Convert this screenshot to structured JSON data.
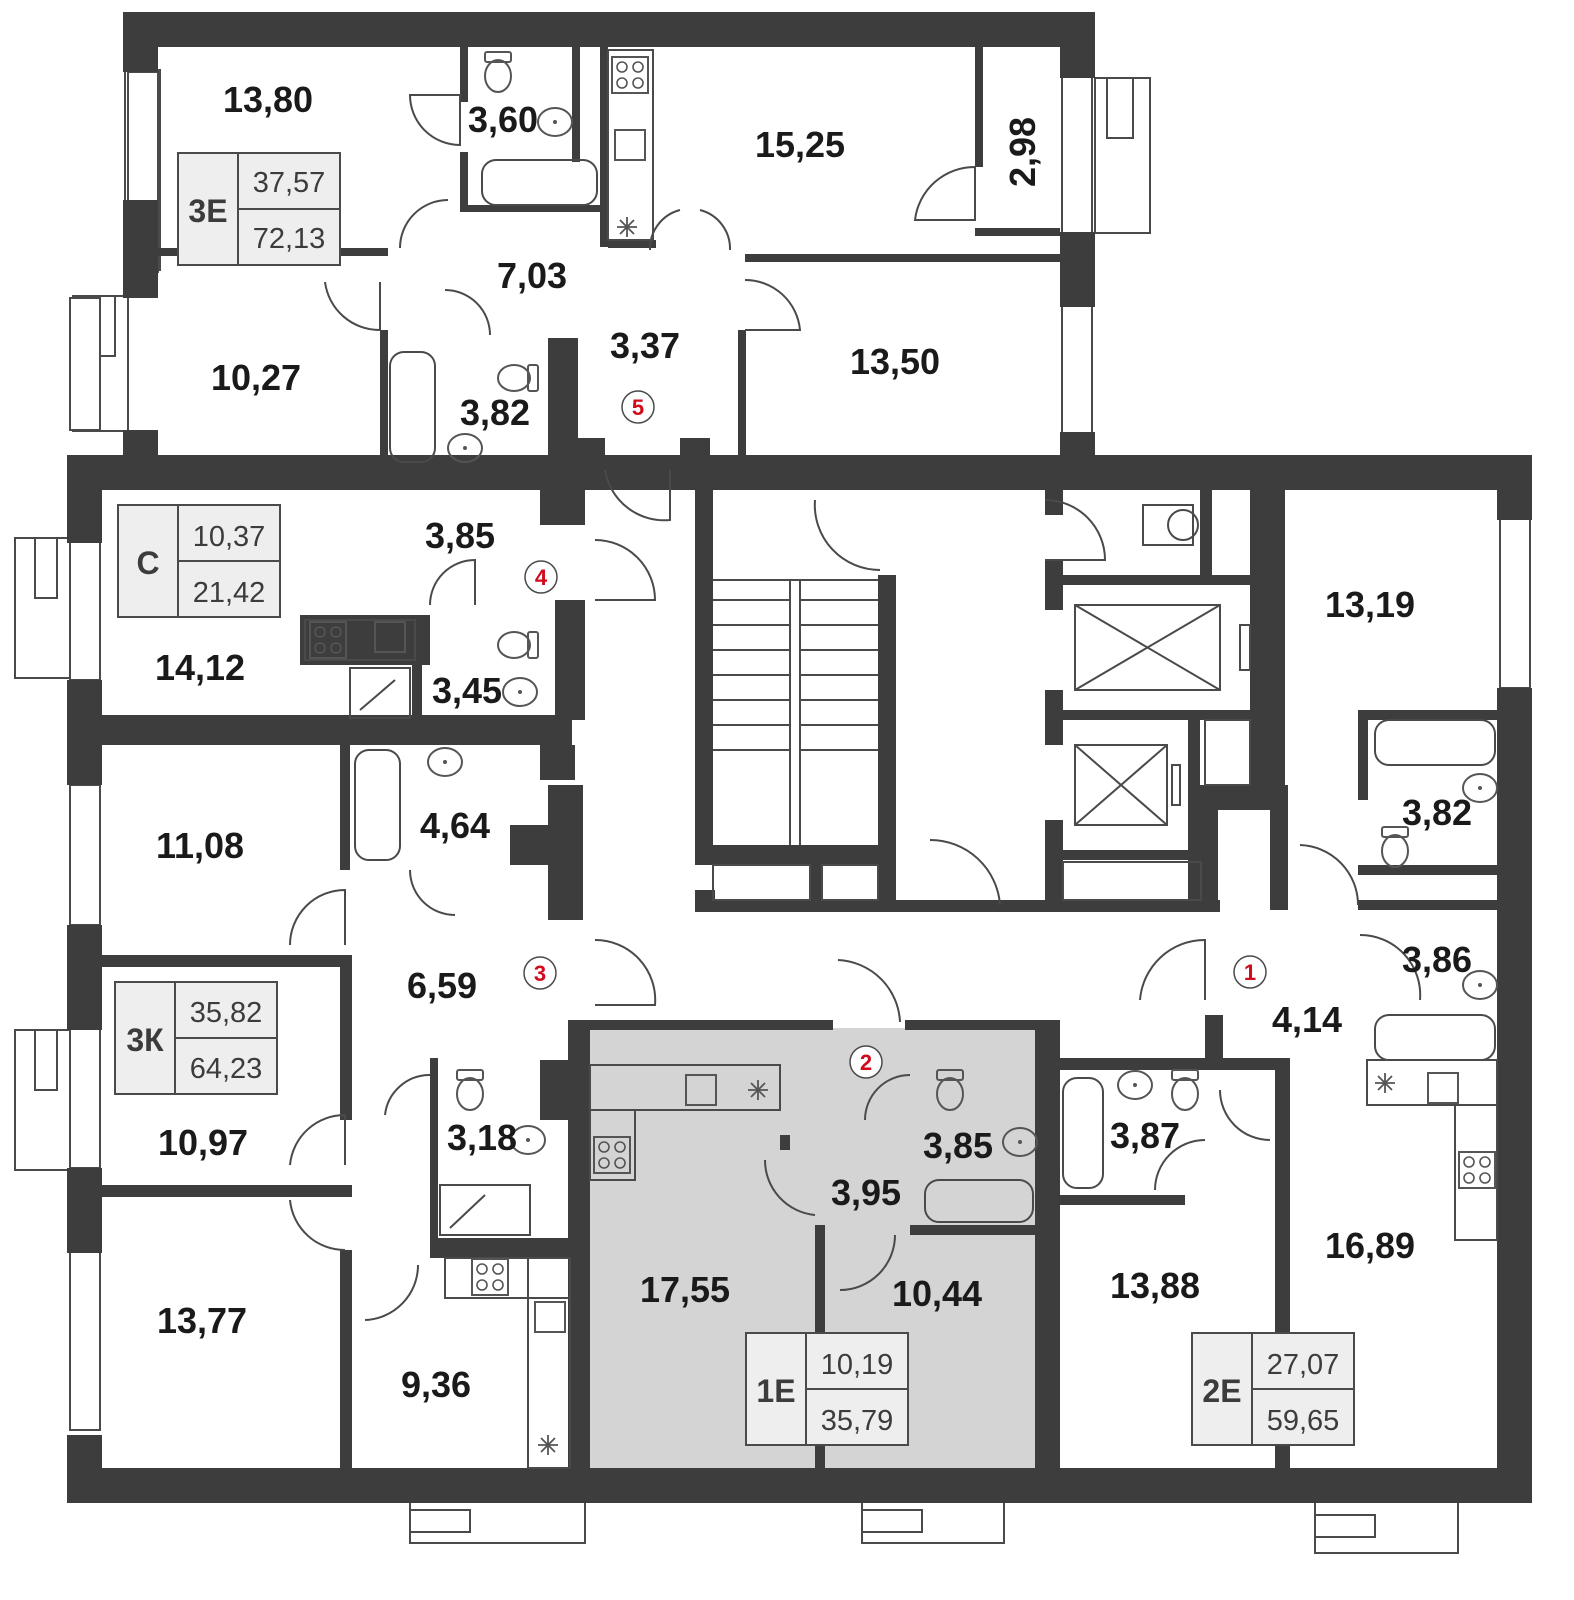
{
  "plan": {
    "colors": {
      "wall": "#3d3d3d",
      "highlight_fill": "#d4d4d4",
      "badge_fill": "#eeeeee",
      "badge_border": "#4a4a4a",
      "marker_color": "#d10a1c",
      "text": "#1a1a1a"
    },
    "apartments": [
      {
        "id": "3E",
        "code": "3Е",
        "living_area": "37,57",
        "total_area": "72,13",
        "highlighted": false
      },
      {
        "id": "C",
        "code": "С",
        "living_area": "10,37",
        "total_area": "21,42",
        "highlighted": false
      },
      {
        "id": "3K",
        "code": "3К",
        "living_area": "35,82",
        "total_area": "64,23",
        "highlighted": false
      },
      {
        "id": "1E",
        "code": "1Е",
        "living_area": "10,19",
        "total_area": "35,79",
        "highlighted": true
      },
      {
        "id": "2E",
        "code": "2Е",
        "living_area": "27,07",
        "total_area": "59,65",
        "highlighted": false
      }
    ],
    "rooms": [
      "13,80",
      "3,60",
      "15,25",
      "2,98",
      "7,03",
      "10,27",
      "3,82",
      "3,37",
      "13,50",
      "3,85",
      "14,12",
      "3,45",
      "11,08",
      "4,64",
      "6,59",
      "10,97",
      "3,18",
      "13,77",
      "9,36",
      "17,55",
      "3,95",
      "3,85",
      "10,44",
      "13,19",
      "3,82",
      "3,86",
      "4,14",
      "3,87",
      "16,89",
      "13,88"
    ],
    "markers": [
      "1",
      "2",
      "3",
      "4",
      "5"
    ],
    "icons": [
      "toilet-icon",
      "sink-icon",
      "bathtub-icon",
      "shower-icon",
      "stove-icon",
      "ventilation-icon",
      "elevator-icon",
      "stairs-icon"
    ]
  }
}
